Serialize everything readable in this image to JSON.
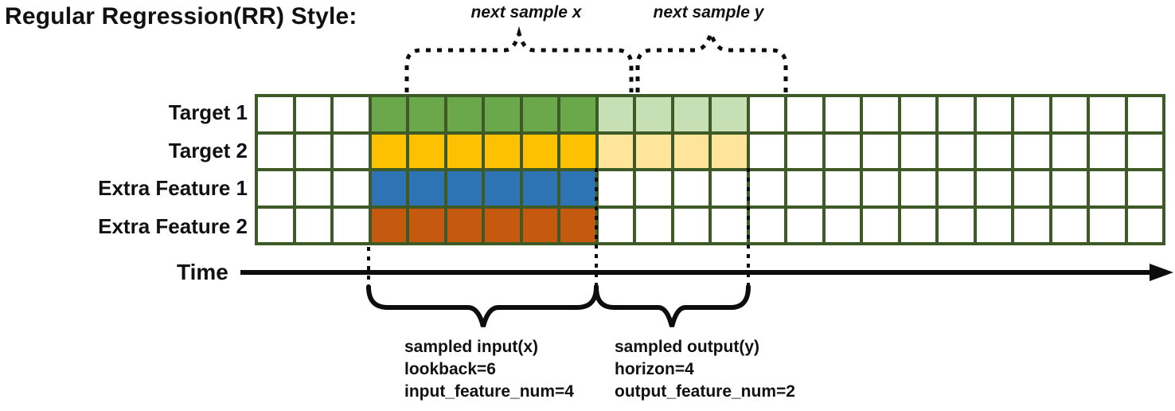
{
  "title": "Regular Regression(RR) Style:",
  "annotations": {
    "next_sample_x": "next sample x",
    "next_sample_y": "next sample y"
  },
  "grid": {
    "columns": 24,
    "input_start_col": 3,
    "lookback": 6,
    "horizon": 4,
    "border_color": "#3e5a26",
    "empty_color": "#ffffff",
    "rows": [
      {
        "label": "Target 1",
        "input_color": "#6ba84c",
        "output_color": "#c6dfb5"
      },
      {
        "label": "Target 2",
        "input_color": "#fec101",
        "output_color": "#ffe59b"
      },
      {
        "label": "Extra Feature 1",
        "input_color": "#2e74b5",
        "output_color": null
      },
      {
        "label": "Extra Feature 2",
        "input_color": "#c4590f",
        "output_color": null
      }
    ]
  },
  "time_axis": {
    "label": "Time"
  },
  "captions": {
    "input": [
      "sampled input(x)",
      "lookback=6",
      "input_feature_num=4"
    ],
    "output": [
      "sampled output(y)",
      "horizon=4",
      "output_feature_num=2"
    ]
  },
  "line_color": "#0d0d0d"
}
